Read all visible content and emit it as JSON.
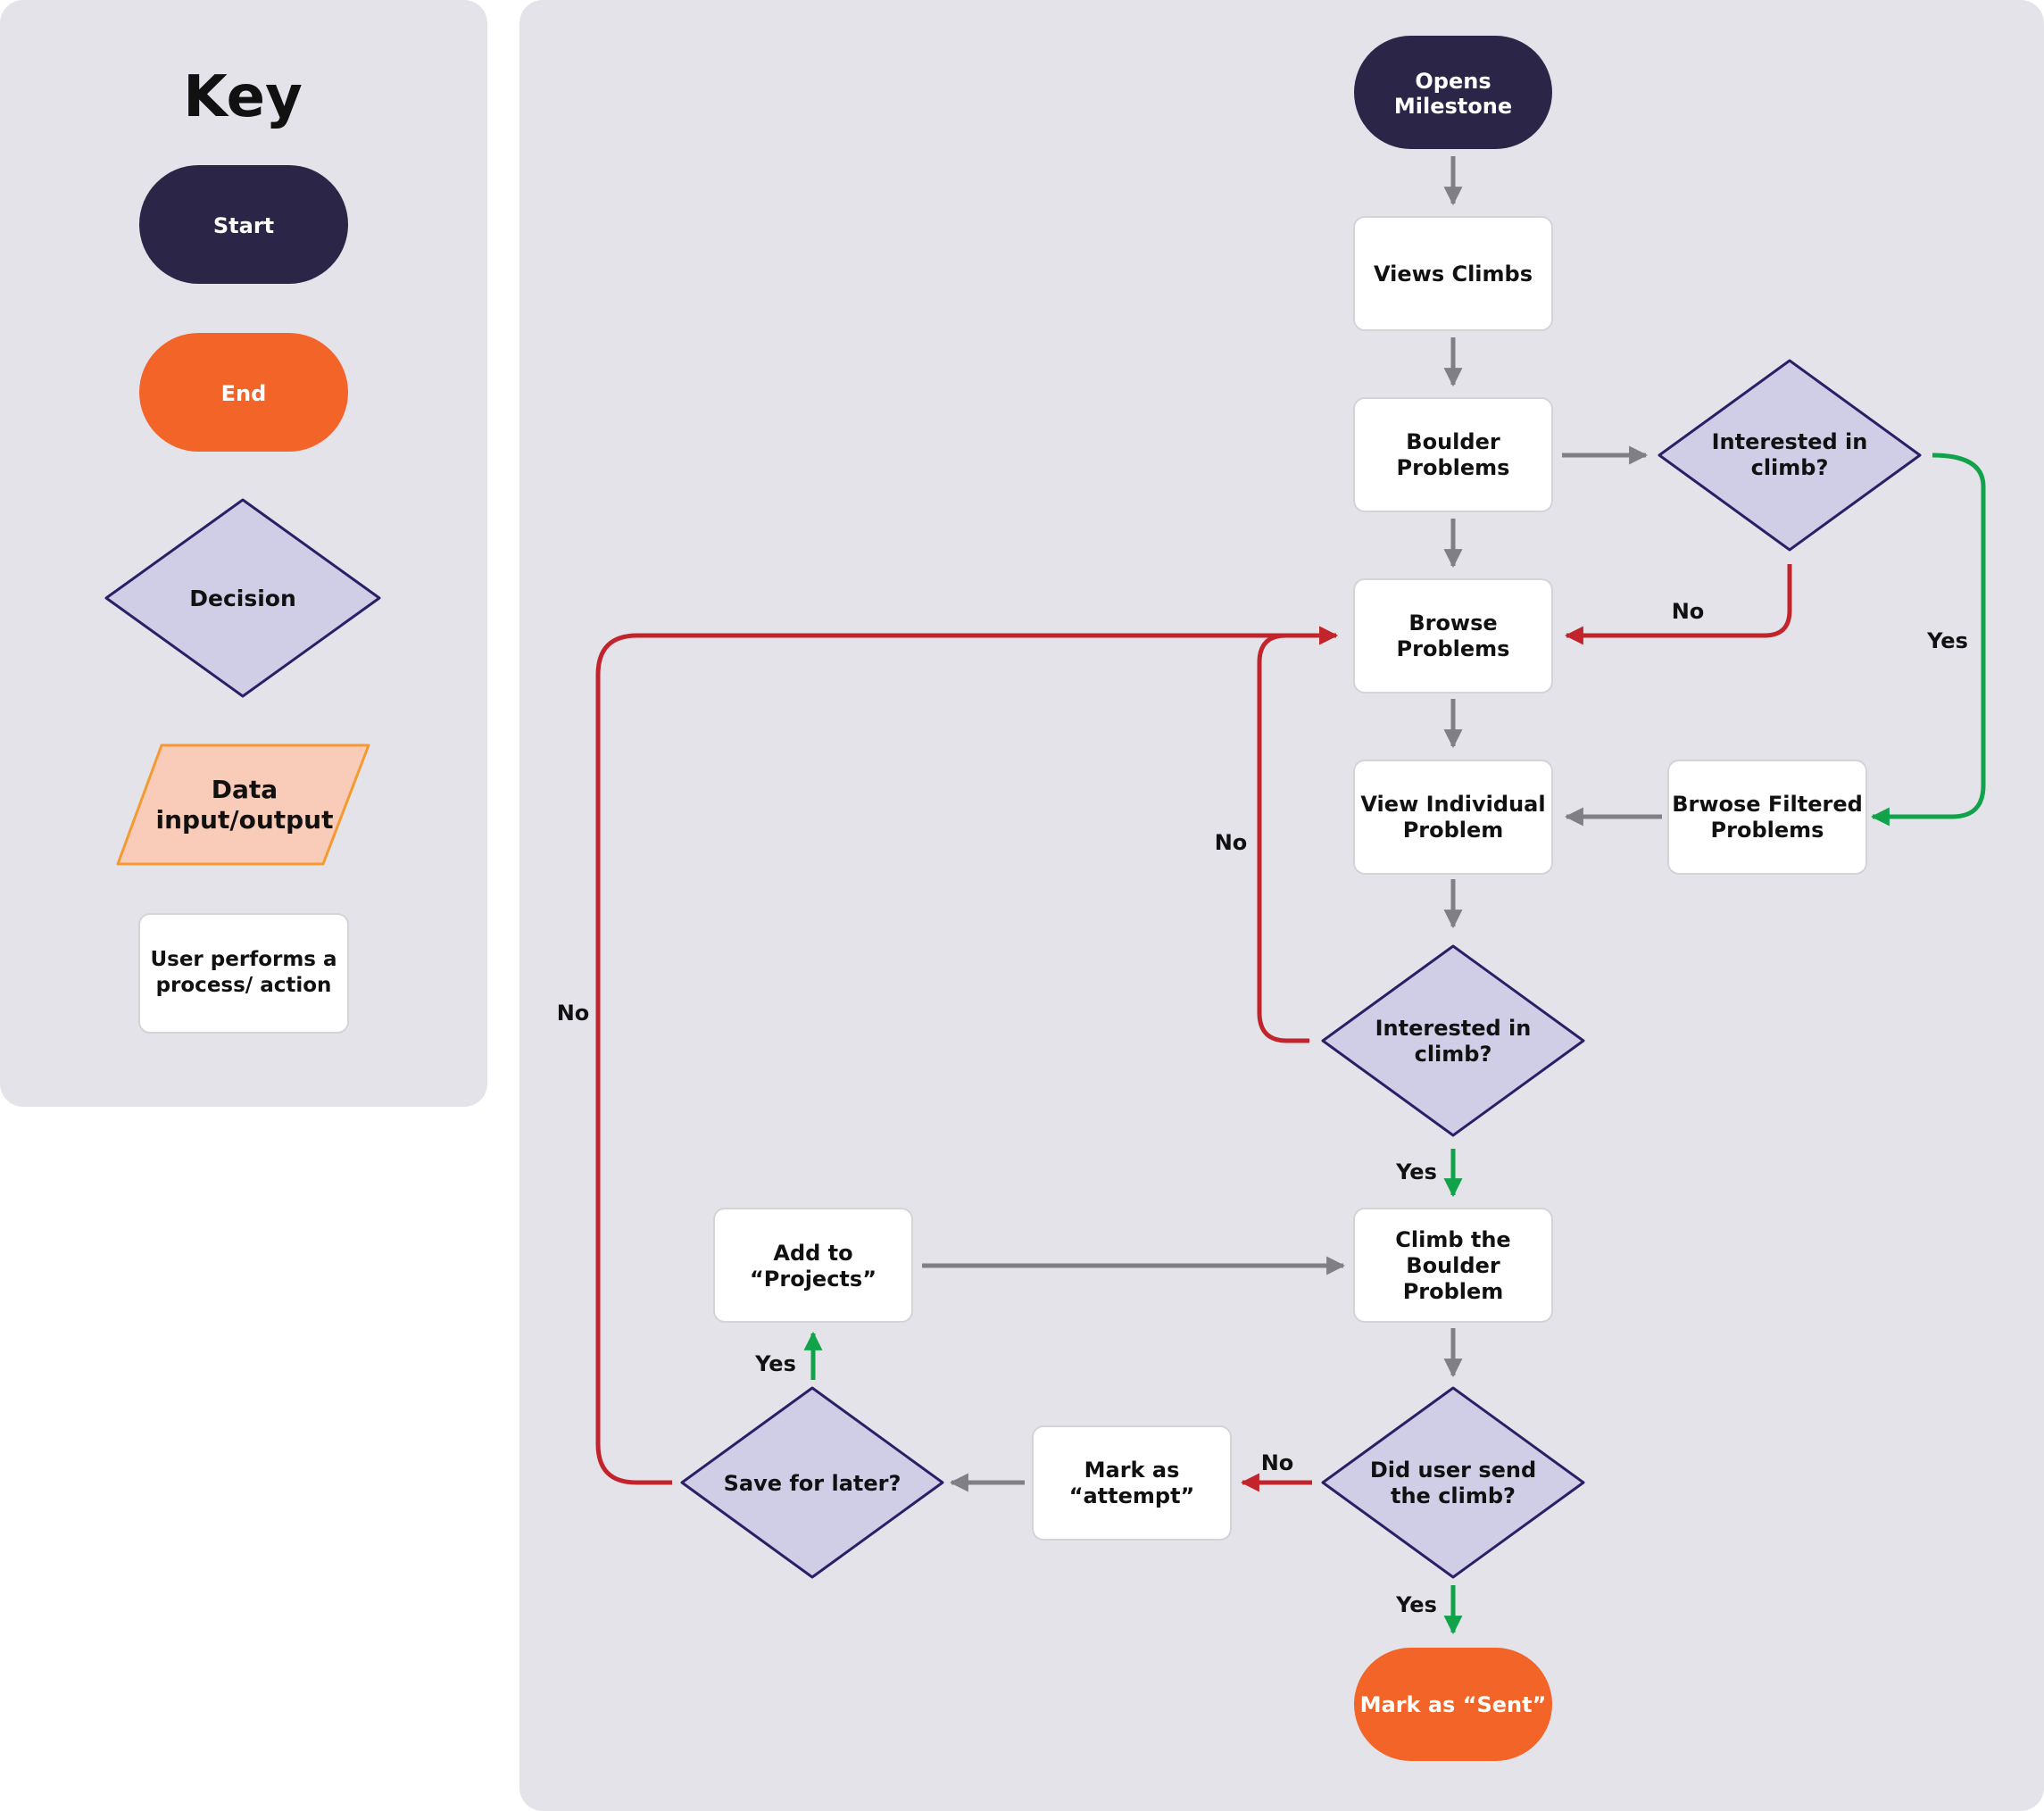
{
  "key": {
    "title": "Key",
    "start": "Start",
    "end": "End",
    "decision": "Decision",
    "data_io": [
      "Data",
      "input/output"
    ],
    "process": [
      "User performs a",
      "process/ action"
    ]
  },
  "nodes": {
    "opens_milestone": [
      "Opens",
      "Milestone"
    ],
    "views_climbs": [
      "Views Climbs"
    ],
    "boulder_problems": [
      "Boulder",
      "Problems"
    ],
    "interested_1": [
      "Interested in",
      "climb?"
    ],
    "browse_problems": [
      "Browse",
      "Problems"
    ],
    "view_individual": [
      "View Individual",
      "Problem"
    ],
    "browse_filtered": [
      "Brwose Filtered",
      "Problems"
    ],
    "interested_2": [
      "Interested in",
      "climb?"
    ],
    "climb_boulder": [
      "Climb the",
      "Boulder",
      "Problem"
    ],
    "add_projects": [
      "Add to",
      "“Projects”"
    ],
    "did_send": [
      "Did user send",
      "the climb?"
    ],
    "mark_attempt": [
      "Mark as",
      "“attempt”"
    ],
    "save_later": [
      "Save for later?"
    ],
    "mark_sent": [
      "Mark as “Sent”"
    ]
  },
  "edge_labels": {
    "no": "No",
    "yes": "Yes"
  },
  "colors": {
    "start": "#2b2647",
    "end": "#f26427",
    "decision_fill": "#d0cde6",
    "decision_stroke": "#2b2066",
    "data_fill": "#f9cbb9",
    "data_stroke": "#f59a31",
    "process_fill": "#ffffff",
    "arrow_gray": "#807f84",
    "arrow_red": "#c2242c",
    "arrow_green": "#11a34a",
    "panel": "#e4e3ea"
  }
}
